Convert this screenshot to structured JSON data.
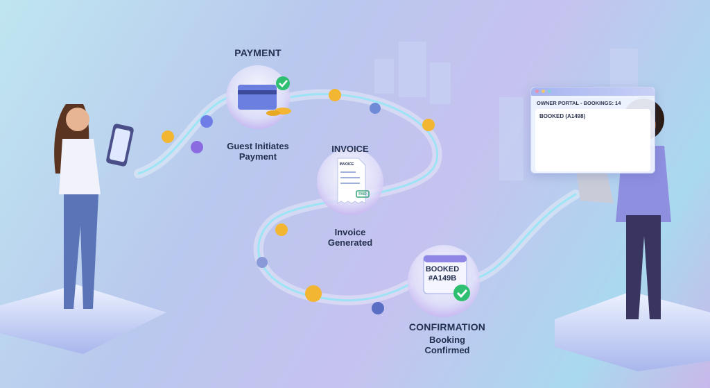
{
  "steps": [
    {
      "title": "PAYMENT",
      "caption": "Guest Initiates Payment",
      "icon": "credit-card-icon"
    },
    {
      "title": "INVOICE",
      "caption": "Invoice Generated",
      "icon": "invoice-icon",
      "doc_label": "INVOICE",
      "stamp": "PAID"
    },
    {
      "title": "CONFIRMATION",
      "caption": "Booking Confirmed",
      "icon": "calendar-icon",
      "calendar_text": [
        "BOOKED",
        "#A149B"
      ]
    }
  ],
  "portal": {
    "title": "OWNER PORTAL - BOOKINGS: 14",
    "booking": "BOOKED (A1498)"
  },
  "colors": {
    "accent": "#2fbf71",
    "coin": "#f2b632",
    "flow": "#ffffff",
    "text": "#24304f"
  }
}
